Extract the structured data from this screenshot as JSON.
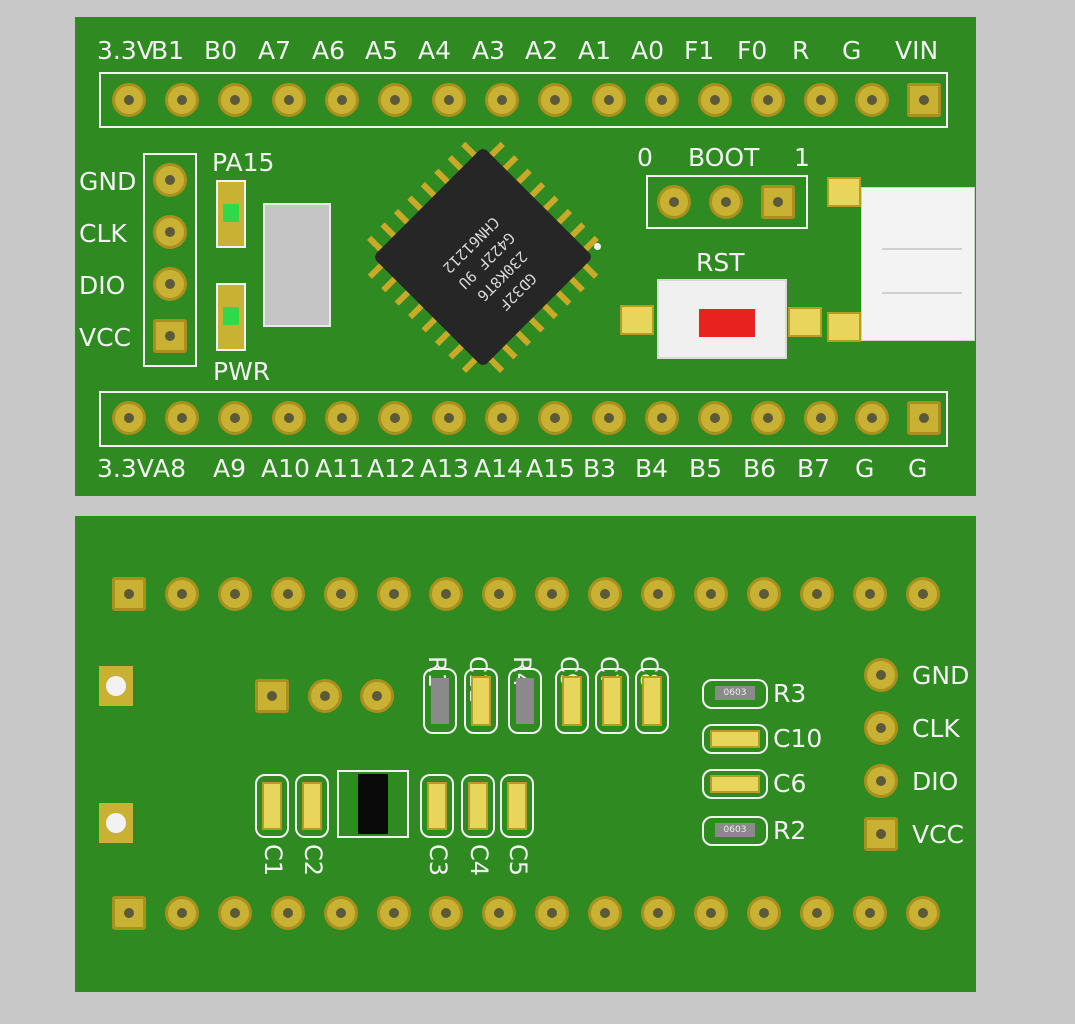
{
  "top": {
    "header_pins": [
      "3.3V",
      "B1",
      "B0",
      "A7",
      "A6",
      "A5",
      "A4",
      "A3",
      "A2",
      "A1",
      "A0",
      "F1",
      "F0",
      "R",
      "G",
      "VIN"
    ],
    "footer_pins": [
      "3.3V",
      "A8",
      "A9",
      "A10",
      "A11",
      "A12",
      "A13",
      "A14",
      "A15",
      "B3",
      "B4",
      "B5",
      "B6",
      "B7",
      "G",
      "G"
    ],
    "swd_pins": [
      "GND",
      "CLK",
      "DIO",
      "VCC"
    ],
    "led_top_label": "PA15",
    "led_bottom_label": "PWR",
    "boot": {
      "left": "0",
      "title": "BOOT",
      "right": "1"
    },
    "reset_label": "RST",
    "chip_lines": [
      "GD32F",
      "230K8T6",
      "G422F 9U",
      "CHN61212"
    ]
  },
  "bottom": {
    "swd_pins": [
      "GND",
      "CLK",
      "DIO",
      "VCC"
    ],
    "components_top": [
      "R1",
      "C11",
      "R4",
      "C9",
      "C7",
      "C8"
    ],
    "components_right": [
      "R3",
      "C10",
      "C6",
      "R2"
    ],
    "components_bottom": [
      "C1",
      "C2",
      "C3",
      "C4",
      "C5"
    ],
    "resistor_code": "0603"
  },
  "colors": {
    "board": "#2f8a22",
    "silk": "#f2f2f2",
    "pad": "#c9b133",
    "led": "#2fd94a",
    "button": "#e8231f"
  }
}
